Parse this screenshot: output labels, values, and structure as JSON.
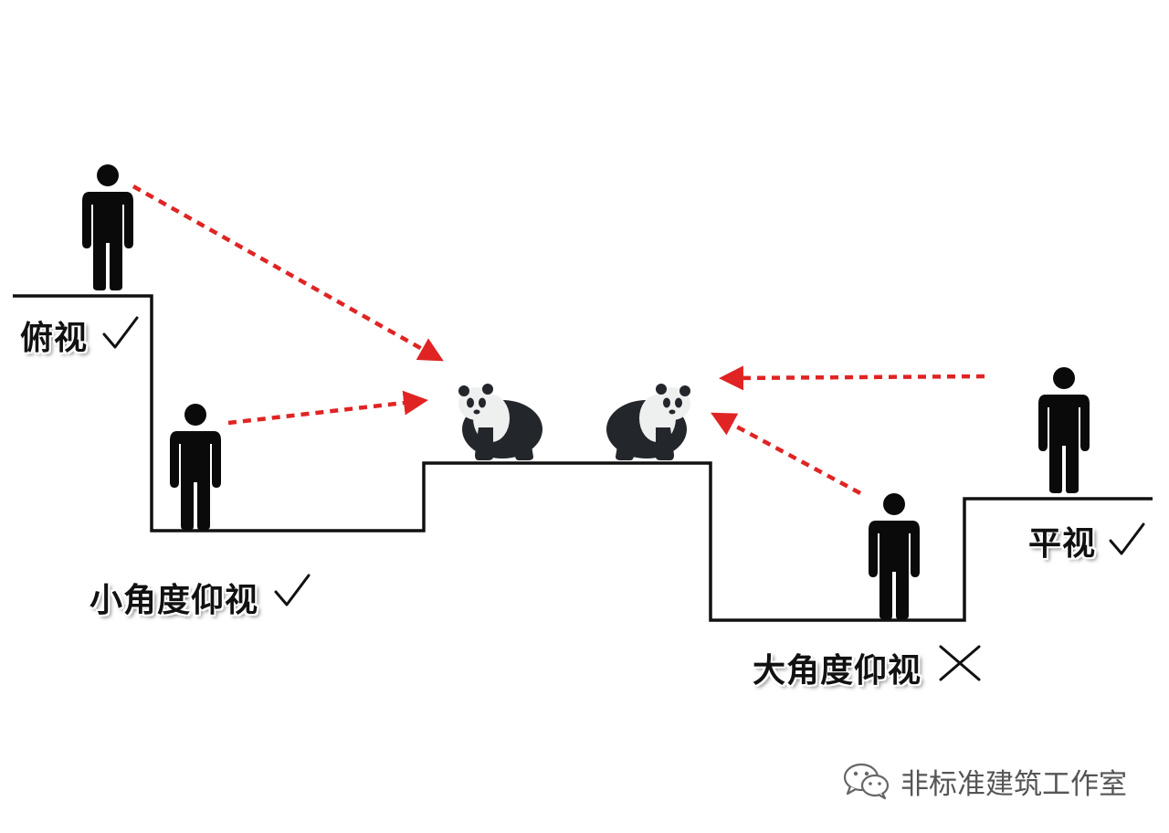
{
  "labels": {
    "top_down": "俯视",
    "small_angle_up": "小角度仰视",
    "large_angle_up": "大角度仰视",
    "eye_level": "平视"
  },
  "marks": {
    "top_down": "check-icon",
    "small_angle_up": "check-icon",
    "large_angle_up": "cross-icon",
    "eye_level": "check-icon"
  },
  "watermark": {
    "text": "非标准建筑工作室",
    "icon": "wechat-icon"
  },
  "colors": {
    "arrow": "#e02424",
    "line": "#111111",
    "figure": "#0a0a0a",
    "panda_black": "#23262b",
    "panda_white": "#eef0f0"
  }
}
